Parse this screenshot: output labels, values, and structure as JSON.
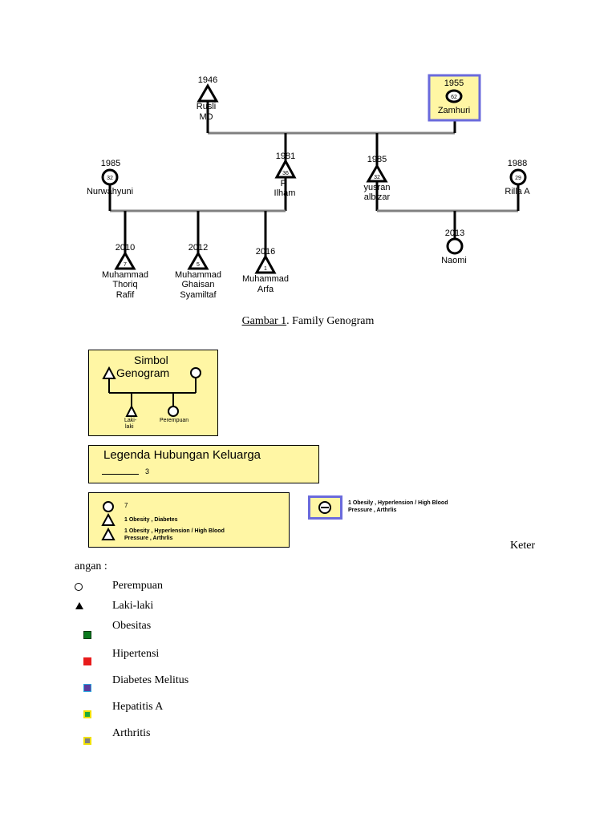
{
  "genogram": {
    "rusli": {
      "year": "1946",
      "name1": "Rusli",
      "name2": "MD"
    },
    "zamhuri": {
      "year": "1955",
      "name": "Zamhuri",
      "age": "62"
    },
    "ilham": {
      "year": "1981",
      "name1": "F",
      "name2": "Ilham",
      "age": "36"
    },
    "nurwahyuni": {
      "year": "1985",
      "name": "Nurwahyuni",
      "age": "32"
    },
    "yusran": {
      "year": "1985",
      "name1": "yusran",
      "name2": "albizar",
      "age": "32"
    },
    "rilla": {
      "year": "1988",
      "name": "Rilla A",
      "age": "29"
    },
    "thoriq": {
      "year": "2010",
      "name1": "Muhammad",
      "name2": "Thoriq",
      "name3": "Rafif",
      "age": "7"
    },
    "ghaisan": {
      "year": "2012",
      "name1": "Muhammad",
      "name2": "Ghaisan",
      "name3": "Syamiltaf",
      "age": "5"
    },
    "arfa": {
      "year": "2016",
      "name1": "Muhammad",
      "name2": "Arfa",
      "age": "1"
    },
    "naomi": {
      "year": "2013",
      "name": "Naomi"
    }
  },
  "caption": {
    "label": "Gambar 1",
    "text": ". Family Genogram"
  },
  "simbol": {
    "title1": "Simbol",
    "title2": "Genogram",
    "male1": "Laki-",
    "male2": "laki",
    "female": "Perempuan"
  },
  "legenda": {
    "title": "Legenda Hubungan Keluarga",
    "count": "3"
  },
  "conditions": {
    "female_count": "7",
    "male_obesity": "1 Obesity , Diabetes",
    "male_ht1": "1 Obesity , Hyperlension / High Blood",
    "male_ht2": "Pressure , Arthrlis",
    "female_ht1": "1 Obesily , Hyperlension / High Blood",
    "female_ht2": "Pressure , Arthrlis"
  },
  "keterangan": {
    "part1": "Keter",
    "part2": "angan :"
  },
  "legend": {
    "perempuan": "Perempuan",
    "laki": "Laki-laki",
    "obesitas": "Obesitas",
    "hipertensi": "Hipertensi",
    "diabetes": "Diabetes Melitus",
    "hepatitis": "Hepatitis A",
    "arthritis": "Arthritis"
  },
  "colors": {
    "highlight_fill": "#fff6a4",
    "highlight_border": "#6a6adc",
    "obesitas": "#0b7a1e",
    "hipertensi": "#e81b1b",
    "diabetes": "#5b3c9e",
    "hepatitis": "#1faa3a",
    "arthritis": "#808080"
  },
  "icons": [
    "female-circle-icon",
    "male-triangle-icon",
    "color-swatch-icon"
  ]
}
